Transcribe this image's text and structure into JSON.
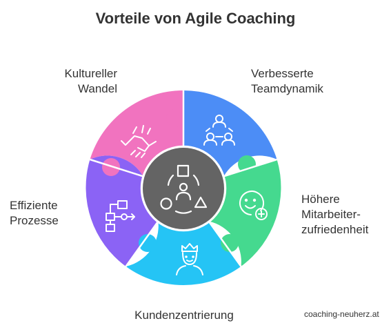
{
  "title": "Vorteile von Agile Coaching",
  "segments": [
    {
      "label": "Kultureller\nWandel",
      "icon": "handshake-icon",
      "color": "#f173bf"
    },
    {
      "label": "Verbesserte\nTeamdynamik",
      "icon": "team-icon",
      "color": "#4c8df6"
    },
    {
      "label": "Höhere\nMitarbeiter-\nzufriedenheit",
      "icon": "smiley-plus-icon",
      "color": "#45d98f"
    },
    {
      "label": "Kundenzentrierung",
      "icon": "crowned-person-icon",
      "color": "#25c4f5"
    },
    {
      "label": "Effiziente\nProzesse",
      "icon": "flowchart-icon",
      "color": "#8b63f5"
    }
  ],
  "center": {
    "icon": "agile-shapes-icon",
    "color": "#646464"
  },
  "watermark": "coaching-neuherz.at"
}
